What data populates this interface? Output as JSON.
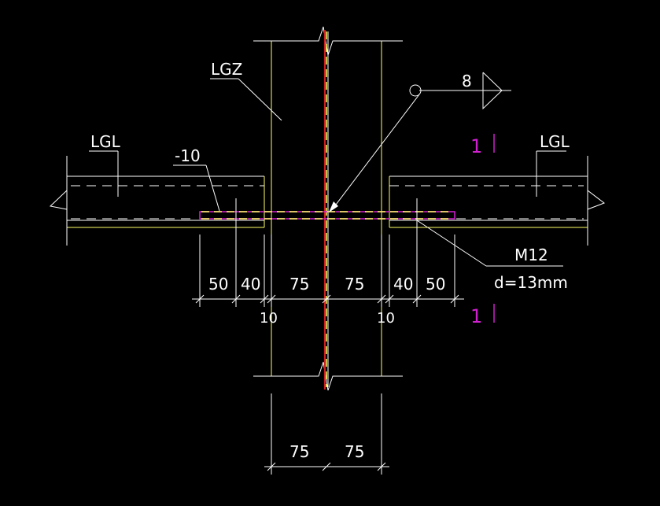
{
  "labels": {
    "lgz": "LGZ",
    "lgl_left": "LGL",
    "lgl_right": "LGL",
    "plate": "-10",
    "bolt": "M12",
    "hole": "d=13mm",
    "weld": "8",
    "section_top": "1",
    "section_bottom": "1"
  },
  "dims_top": [
    "50",
    "40",
    "75",
    "75",
    "40",
    "50"
  ],
  "dims_gap": [
    "10",
    "10"
  ],
  "dims_bottom": [
    "75",
    "75"
  ],
  "colors": {
    "background": "#000000",
    "lines": "#ffffff",
    "member": "#ffff66",
    "plate": "#d020d0",
    "centerline": "#cc2020"
  }
}
